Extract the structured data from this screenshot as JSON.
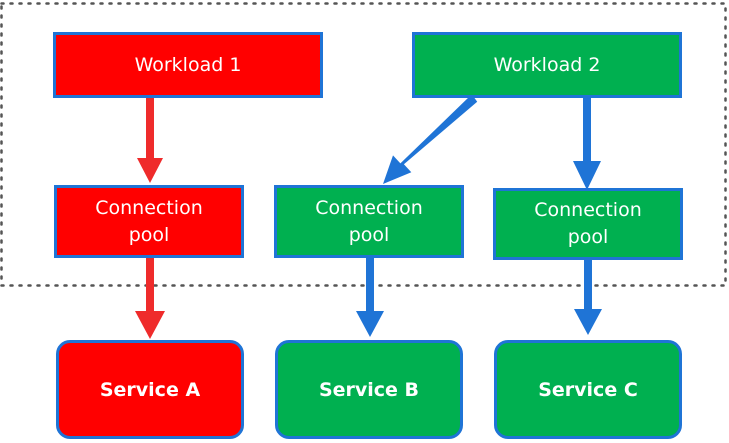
{
  "colors": {
    "red_fill": "#ff0000",
    "green_fill": "#00b050",
    "box_border": "#1f74d6",
    "red_arrow": "#ef2b2b",
    "blue_arrow": "#1f74d6",
    "dotted_boundary": "#555555"
  },
  "nodes": {
    "workload1": {
      "label": "Workload 1"
    },
    "workload2": {
      "label": "Workload 2"
    },
    "pool1": {
      "label": "Connection\npool"
    },
    "pool2": {
      "label": "Connection\npool"
    },
    "pool3": {
      "label": "Connection\npool"
    },
    "serviceA": {
      "label": "Service A"
    },
    "serviceB": {
      "label": "Service B"
    },
    "serviceC": {
      "label": "Service C"
    }
  },
  "edges": [
    {
      "from": "workload1",
      "to": "pool1",
      "color": "red"
    },
    {
      "from": "pool1",
      "to": "serviceA",
      "color": "red"
    },
    {
      "from": "workload2",
      "to": "pool2",
      "color": "blue"
    },
    {
      "from": "workload2",
      "to": "pool3",
      "color": "blue"
    },
    {
      "from": "pool2",
      "to": "serviceB",
      "color": "blue"
    },
    {
      "from": "pool3",
      "to": "serviceC",
      "color": "blue"
    }
  ]
}
